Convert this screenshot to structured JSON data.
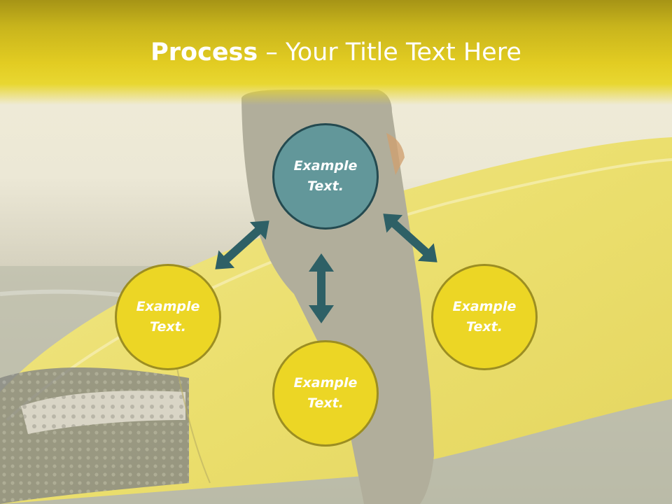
{
  "title": {
    "bold": "Process",
    "rest": " – Your Title Text Here"
  },
  "nodes": {
    "top": "Example Text.",
    "left": "Example Text.",
    "right": "Example Text.",
    "bottom": "Example Text."
  },
  "colors": {
    "title_band": "#e2cc22",
    "node_yellow": "#ecd625",
    "node_teal": "#62979a",
    "arrow": "#2e6066"
  },
  "background_image": "surfer-holding-yellow-surfboard"
}
